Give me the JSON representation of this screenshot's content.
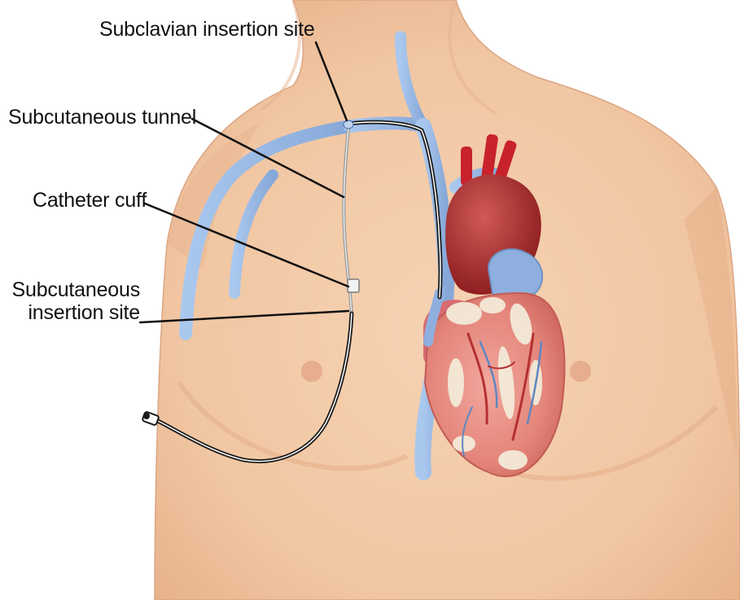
{
  "labels": {
    "subclavian_insertion_site": "Subclavian insertion site",
    "subcutaneous_tunnel": "Subcutaneous tunnel",
    "catheter_cuff": "Catheter cuff",
    "subcutaneous_insertion_site_line1": "Subcutaneous",
    "subcutaneous_insertion_site_line2": "insertion site"
  },
  "colors": {
    "skin": "#f2c9a6",
    "skin_shadow": "#e3ad88",
    "vein": "#9bbce6",
    "vein_dark": "#7fa2d4",
    "catheter": "#1a1a1a",
    "heart_muscle": "#e58a80",
    "aorta": "#b81e2a",
    "fat": "#f3ead8",
    "leader_line": "#111111"
  }
}
